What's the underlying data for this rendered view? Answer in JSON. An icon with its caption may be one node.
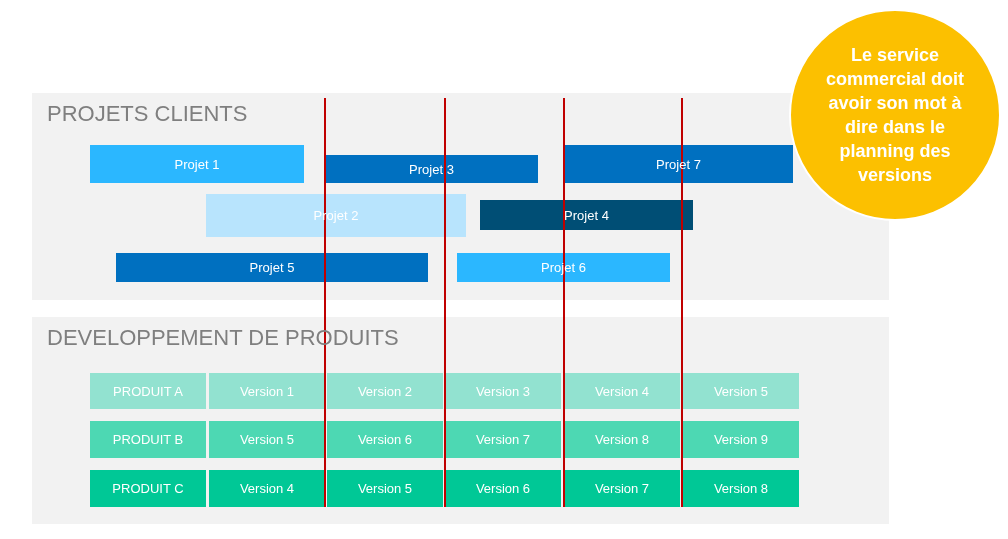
{
  "diagram": {
    "nodes": [
      {
        "text": [
          "PROJETS CLIENTS"
        ]
      },
      {
        "text": [
          "Projet 1"
        ],
        "in": 0
      },
      {
        "text": [
          "Projet 3"
        ],
        "in": 0
      },
      {
        "text": [
          "Projet 7"
        ],
        "in": 0
      },
      {
        "text": [
          "Projet 2"
        ],
        "in": 0
      },
      {
        "text": [
          "Projet 4"
        ],
        "in": 0
      },
      {
        "text": [
          "Projet 5"
        ],
        "in": 0
      },
      {
        "text": [
          "Projet 6"
        ],
        "in": 0
      },
      {
        "text": [
          "DEVELOPPEMENT DE PRODUITS"
        ]
      },
      {
        "text": [
          "PRODUIT A"
        ],
        "in": 8
      },
      {
        "text": [
          "Version 1"
        ],
        "in": 8
      },
      {
        "text": [
          "Version 2"
        ],
        "in": 8
      },
      {
        "text": [
          "Version 3"
        ],
        "in": 8
      },
      {
        "text": [
          "Version 4"
        ],
        "in": 8
      },
      {
        "text": [
          "Version 5"
        ],
        "in": 8
      },
      {
        "text": [
          "PRODUIT B"
        ],
        "in": 8
      },
      {
        "text": [
          "Version 5"
        ],
        "in": 8
      },
      {
        "text": [
          "Version 6"
        ],
        "in": 8
      },
      {
        "text": [
          "Version 7"
        ],
        "in": 8
      },
      {
        "text": [
          "Version 8"
        ],
        "in": 8
      },
      {
        "text": [
          "Version 9"
        ],
        "in": 8
      },
      {
        "text": [
          "PRODUIT C"
        ],
        "in": 8
      },
      {
        "text": [
          "Version 4"
        ],
        "in": 8
      },
      {
        "text": [
          "Version 5"
        ],
        "in": 8
      },
      {
        "text": [
          "Version 6"
        ],
        "in": 8
      },
      {
        "text": [
          "Version 7"
        ],
        "in": 8
      },
      {
        "text": [
          "Version 8"
        ],
        "in": 8
      },
      {
        "text": [
          "Le service commercial doit avoir son mot à dire dans le planning des versions"
        ]
      }
    ],
    "edges": []
  }
}
